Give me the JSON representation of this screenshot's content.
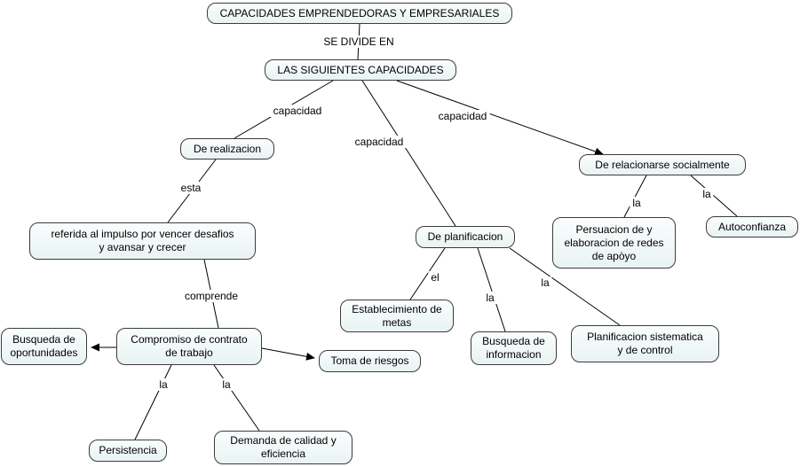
{
  "nodes": {
    "root": "CAPACIDADES EMPRENDEDORAS Y EMPRESARIALES",
    "siguientes_capacidades": "LAS SIGUIENTES CAPACIDADES",
    "de_realizacion": "De realizacion",
    "referida": "referida al impulso por vencer desafios\ny avansar y crecer",
    "compromiso": "Compromiso de contrato\nde trabajo",
    "busqueda_oportunidades": "Busqueda de\noportunidades",
    "toma_riesgos": "Toma de riesgos",
    "persistencia": "Persistencia",
    "demanda": "Demanda de calidad y\neficiencia",
    "de_planificacion": "De planificacion",
    "establecimiento_metas": "Establecimiento de\nmetas",
    "busqueda_informacion": "Busqueda de\ninformacion",
    "planificacion_sistematica": "Planificacion sistematica\ny de control",
    "de_relacionarse": "De relacionarse socialmente",
    "persuacion": "Persuacion de y\nelaboracion de redes\nde apòyo",
    "autoconfianza": "Autoconfianza"
  },
  "links": {
    "se_divide_en": "SE DIVIDE EN",
    "capacidad_realizacion": "capacidad",
    "capacidad_planificacion": "capacidad",
    "capacidad_relacionarse": "capacidad",
    "esta": "esta",
    "comprende": "comprende",
    "la_persistencia": "la",
    "la_demanda": "la",
    "el_metas": "el",
    "la_informacion": "la",
    "la_sistematica": "la",
    "la_persuacion": "la",
    "la_autoconfianza": "la"
  },
  "edges": [
    {
      "from": "root",
      "label_key": "se_divide_en",
      "to": "siguientes_capacidades",
      "arrow": false
    },
    {
      "from": "siguientes_capacidades",
      "label_key": "capacidad_realizacion",
      "to": "de_realizacion",
      "arrow": false
    },
    {
      "from": "siguientes_capacidades",
      "label_key": "capacidad_planificacion",
      "to": "de_planificacion",
      "arrow": false
    },
    {
      "from": "siguientes_capacidades",
      "label_key": "capacidad_relacionarse",
      "to": "de_relacionarse",
      "arrow": true
    },
    {
      "from": "de_realizacion",
      "label_key": "esta",
      "to": "referida",
      "arrow": false
    },
    {
      "from": "referida",
      "label_key": "comprende",
      "to": "compromiso",
      "arrow": false
    },
    {
      "from": "compromiso",
      "label_key": null,
      "to": "busqueda_oportunidades",
      "arrow": true
    },
    {
      "from": "compromiso",
      "label_key": null,
      "to": "toma_riesgos",
      "arrow": true
    },
    {
      "from": "compromiso",
      "label_key": "la_persistencia",
      "to": "persistencia",
      "arrow": false
    },
    {
      "from": "compromiso",
      "label_key": "la_demanda",
      "to": "demanda",
      "arrow": false
    },
    {
      "from": "de_planificacion",
      "label_key": "el_metas",
      "to": "establecimiento_metas",
      "arrow": false
    },
    {
      "from": "de_planificacion",
      "label_key": "la_informacion",
      "to": "busqueda_informacion",
      "arrow": false
    },
    {
      "from": "de_planificacion",
      "label_key": "la_sistematica",
      "to": "planificacion_sistematica",
      "arrow": false
    },
    {
      "from": "de_relacionarse",
      "label_key": "la_persuacion",
      "to": "persuacion",
      "arrow": false
    },
    {
      "from": "de_relacionarse",
      "label_key": "la_autoconfianza",
      "to": "autoconfianza",
      "arrow": false
    }
  ],
  "colors": {
    "background": "#FFFFFF",
    "node_bg": "#E9F3F3",
    "node_border": "#3C3C3C",
    "line": "#000000",
    "text": "#000000"
  }
}
